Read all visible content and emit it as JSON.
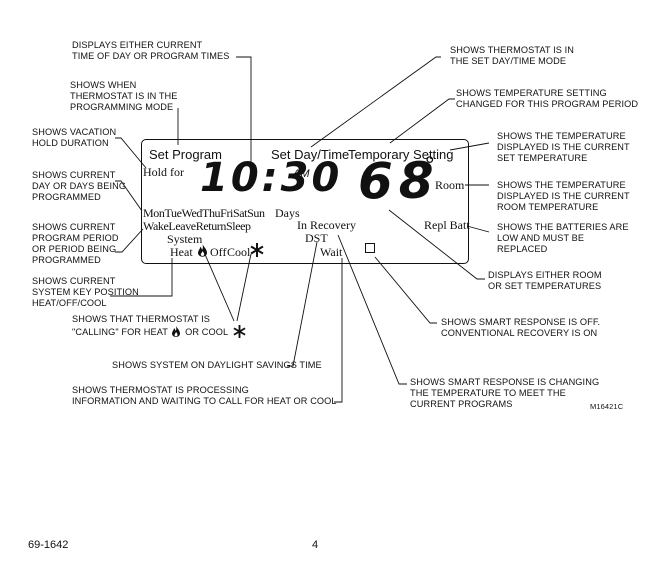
{
  "callouts": {
    "time_display": [
      "DISPLAYS EITHER CURRENT",
      "TIME OF DAY OR PROGRAM TIMES"
    ],
    "programming_mode": [
      "SHOWS WHEN",
      "THERMOSTAT IS IN THE",
      "PROGRAMMING MODE"
    ],
    "vacation_hold": [
      "SHOWS VACATION",
      "HOLD DURATION"
    ],
    "current_day": [
      "SHOWS CURRENT",
      "DAY OR DAYS BEING",
      "PROGRAMMED"
    ],
    "program_period": [
      "SHOWS CURRENT",
      "PROGRAM PERIOD",
      "OR PERIOD BEING",
      "PROGRAMMED"
    ],
    "system_key": [
      "SHOWS CURRENT",
      "SYSTEM KEY POSITION",
      "HEAT/OFF/COOL"
    ],
    "calling": [
      "SHOWS THAT THERMOSTAT IS",
      "\"CALLING\" FOR HEAT",
      "OR COOL"
    ],
    "dst": [
      "SHOWS SYSTEM ON DAYLIGHT SAVINGS TIME"
    ],
    "processing": [
      "SHOWS THERMOSTAT IS PROCESSING",
      "INFORMATION AND WAITING TO CALL FOR HEAT OR COOL"
    ],
    "set_day_time": [
      "SHOWS THERMOSTAT IS IN",
      "THE SET DAY/TIME MODE"
    ],
    "temp_setting": [
      "SHOWS TEMPERATURE SETTING",
      "CHANGED FOR THIS PROGRAM PERIOD"
    ],
    "set_temp": [
      "SHOWS THE TEMPERATURE",
      "DISPLAYED IS THE CURRENT",
      "SET TEMPERATURE"
    ],
    "room_temp": [
      "SHOWS THE TEMPERATURE",
      "DISPLAYED IS THE CURRENT",
      "ROOM TEMPERATURE"
    ],
    "batteries": [
      "SHOWS THE BATTERIES ARE",
      "LOW AND MUST BE",
      "REPLACED"
    ],
    "room_or_set": [
      "DISPLAYS EITHER ROOM",
      "OR SET TEMPERATURES"
    ],
    "smart_off": [
      "SHOWS SMART RESPONSE IS OFF.",
      "CONVENTIONAL RECOVERY IS ON"
    ],
    "smart_changing": [
      "SHOWS SMART RESPONSE IS CHANGING",
      "THE TEMPERATURE TO MEET THE",
      "CURRENT PROGRAMS"
    ]
  },
  "lcd": {
    "set_program": "Set Program",
    "hold_for": "Hold for",
    "time": "10:30",
    "am": "AM",
    "set_day_time": "Set Day/Time",
    "temporary_setting": "Temporary Setting",
    "temperature": "68",
    "degree": "°",
    "room": "Room",
    "days": [
      "Mon",
      "Tue",
      "Wed",
      "Thu",
      "Fri",
      "Sat",
      "Sun"
    ],
    "days_label": "Days",
    "periods": [
      "Wake",
      "Leave",
      "Return",
      "Sleep"
    ],
    "in_recovery": "In Recovery",
    "repl_batt": "Repl Batt",
    "system": "System",
    "heat": "Heat",
    "off": "Off",
    "cool": "Cool",
    "dst": "DST",
    "wait": "Wait"
  },
  "icons": [
    "flame-icon",
    "snowflake-icon",
    "square-indicator-icon"
  ],
  "figure_code": "M16421C",
  "footer": {
    "doc_number": "69-1642",
    "page_number": "4"
  }
}
